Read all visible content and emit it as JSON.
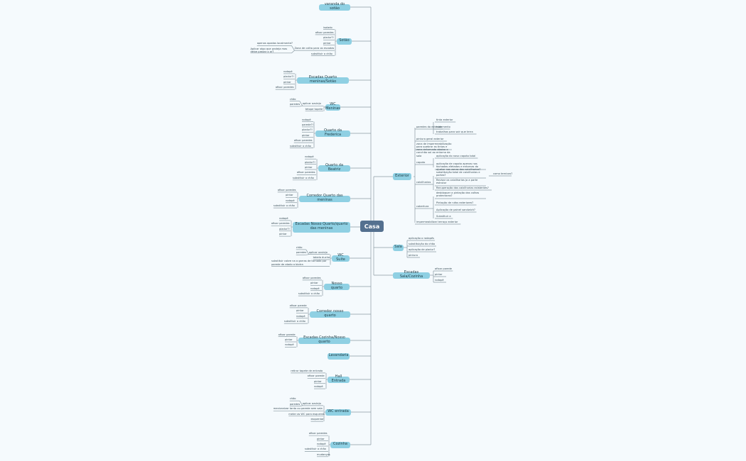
{
  "root": "Casa",
  "colors": {
    "background": "#f5fafd",
    "root": "#54708f",
    "topic": "#8fd0e3",
    "line": "#8a9aa2"
  },
  "left": [
    {
      "label": "varanda do sotão",
      "leaves": []
    },
    {
      "label": "Sotão",
      "leaves": [
        "isolado",
        "afixar paredes",
        "pladur?!",
        "pintar",
        "Zona de calha para os escadas",
        "substituir o chão"
      ],
      "sub": {
        "parent": 4,
        "leaves": [
          "apenas apadas localmente?",
          "Aplicar algo que proteja mas deixe passar o ar?"
        ]
      }
    },
    {
      "label": "Escadas Quarto meninas/Sotão",
      "leaves": [
        "rodapé",
        "pladur?!",
        "pintar",
        "afixar paredes"
      ]
    },
    {
      "label": "WC Meninas",
      "leaves": [
        "aplicar azulejo",
        "tetope tapete"
      ],
      "sub": {
        "parent": 0,
        "leaves": [
          "chão",
          "paredes"
        ]
      }
    },
    {
      "label": "Quarto da Frederica",
      "leaves": [
        "rodapé",
        "parede?!",
        "pladur?!",
        "pintar",
        "afixar paredes",
        "substituir o chão"
      ]
    },
    {
      "label": "Quarto da Beatriz",
      "leaves": [
        "rodapé",
        "pladur?!",
        "pintar",
        "afixar paredes",
        "substituir o chão"
      ]
    },
    {
      "label": "Corredor Quarto das meninas",
      "leaves": [
        "afixar paredes",
        "pintar",
        "rodapé",
        "substituir o chão"
      ]
    },
    {
      "label": "Escadas Nosso Quarto/quarto das meninas",
      "leaves": [
        "rodapé",
        "afixar paredes",
        "pladur?!",
        "pintar"
      ]
    },
    {
      "label": "WC Suite",
      "leaves": [
        "aplicar azulejo",
        "tabela ducha",
        "substituir cobre na a garras de tornada por parede de atado a biotra"
      ],
      "sub": {
        "parent": 0,
        "leaves": [
          "chão",
          "paredes"
        ]
      }
    },
    {
      "label": "Nosso quarto",
      "leaves": [
        "afixar paredes",
        "pintar",
        "rodapé",
        "substituir o chão"
      ]
    },
    {
      "label": "Corredor nosso quarto",
      "leaves": [
        "afixar parede",
        "pintar",
        "rodapé",
        "substituir o chão"
      ]
    },
    {
      "label": "Escadas Cozinha/Nosso quarto",
      "leaves": [
        "afixar parede",
        "pintar",
        "rodapé"
      ]
    },
    {
      "label": "Lavandaria",
      "leaves": []
    },
    {
      "label": "Hall Entrada",
      "leaves": [
        "retirar tapete de entrada",
        "afixar parede",
        "pintar",
        "rodapé"
      ]
    },
    {
      "label": "WC entrada",
      "leaves": [
        "aplicar azulejo",
        "mexicanizar tanto ou parede sem sala",
        "meter as WC para esquerda",
        "esquentar"
      ],
      "sub": {
        "parent": 0,
        "leaves": [
          "chão",
          "paredes"
        ]
      }
    },
    {
      "label": "Cozinha",
      "leaves": [
        "afixar paredes",
        "pintar",
        "rodapé",
        "substituir o chão",
        "mudanças"
      ]
    }
  ],
  "right": [
    {
      "label": "Exterior",
      "groups": [
        {
          "label": "paredes do exterior",
          "leaves": [
            "tinta exterior",
            "isolamento",
            "trabalhos para sair que terra"
          ]
        },
        {
          "label": "pintura geral exterior",
          "leaves": []
        },
        {
          "label": "zona de impermeabilização para quebrar as tintas e zona entornada abaixo o conchão sol ao entorno da sala",
          "leaves": []
        },
        {
          "label": "capoto",
          "leaves": [
            "aplicação do novo capoto total",
            "aplicação de capoto apenas nas fachadas afetadas e entornas do ajustar nas zonas das caixilharias?"
          ]
        },
        {
          "label": "caixilharias",
          "leaves": [
            "substituição total de caixilharias e portas?",
            "Revisar os caixilharias ja a parte estrutor",
            "Recuperação das caixilharias existentes?"
          ],
          "extra": "como ternicas?"
        },
        {
          "label": "cobertura",
          "leaves": [
            "desbloquer a pintação das calhas protectoras?",
            "Pintação de rufos exteriores?",
            "Aplicação de painel sandwich?",
            "Substituir a"
          ]
        },
        {
          "label": "impermeabilizar terraço exterior",
          "leaves": []
        }
      ]
    },
    {
      "label": "Sala",
      "leaves": [
        "aplicação o rodapés",
        "substituição do chão",
        "aplicação de pladur?",
        "pintura"
      ]
    },
    {
      "label": "Escadas Sala/Cozinha",
      "leaves": [
        "afixar parede",
        "pintar",
        "rodapé"
      ]
    }
  ]
}
